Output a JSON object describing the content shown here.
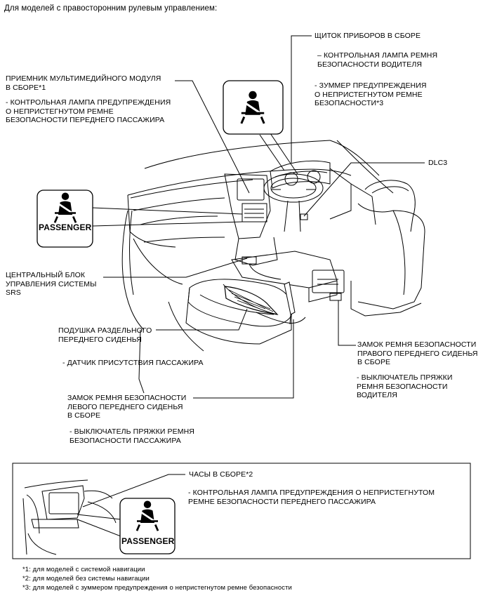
{
  "title": "Для моделей с правосторонним рулевым управлением:",
  "labels": {
    "combo_meter": "ЩИТОК ПРИБОРОВ В СБОРЕ",
    "driver_lamp": "– КОНТРОЛЬНАЯ ЛАМПА РЕМНЯ\nБЕЗОПАСНОСТИ ВОДИТЕЛЯ",
    "buzzer": "- ЗУММЕР ПРЕДУПРЕЖДЕНИЯ\nО НЕПРИСТЕГНУТОМ РЕМНЕ\nБЕЗОПАСНОСТИ*3",
    "multimedia": "ПРИЕМНИК МУЛЬТИМЕДИЙНОГО МОДУЛЯ\nВ СБОРЕ*1",
    "pass_lamp": "- КОНТРОЛЬНАЯ ЛАМПА ПРЕДУПРЕЖДЕНИЯ\nО НЕПРИСТЕГНУТОМ РЕМНЕ\nБЕЗОПАСНОСТИ ПЕРЕДНЕГО ПАССАЖИРА",
    "dlc3": "DLC3",
    "srs": "ЦЕНТРАЛЬНЫЙ БЛОК\nУПРАВЛЕНИЯ СИСТЕМЫ\nSRS",
    "seat_cushion": "ПОДУШКА РАЗДЕЛЬНОГО\nПЕРЕДНЕГО СИДЕНЬЯ",
    "occupant_sensor": "- ДАТЧИК ПРИСУТСТВИЯ ПАССАЖИРА",
    "right_buckle": "ЗАМОК РЕМНЯ БЕЗОПАСНОСТИ\nПРАВОГО ПЕРЕДНЕГО СИДЕНЬЯ\nВ СБОРЕ",
    "driver_buckle_sw": "- ВЫКЛЮЧАТЕЛЬ ПРЯЖКИ\nРЕМНЯ БЕЗОПАСНОСТИ\nВОДИТЕЛЯ",
    "left_buckle": "ЗАМОК РЕМНЯ БЕЗОПАСНОСТИ\nЛЕВОГО ПЕРЕДНЕГО СИДЕНЬЯ\nВ СБОРЕ",
    "pass_buckle_sw": "- ВЫКЛЮЧАТЕЛЬ ПРЯЖКИ РЕМНЯ\nБЕЗОПАСНОСТИ ПАССАЖИРА",
    "clock": "ЧАСЫ В СБОРЕ*2",
    "clock_lamp": "- КОНТРОЛЬНАЯ ЛАМПА ПРЕДУПРЕЖДЕНИЯ О НЕПРИСТЕГНУТОМ\nРЕМНЕ БЕЗОПАСНОСТИ ПЕРЕДНЕГО ПАССАЖИРА"
  },
  "passenger_text": "PASSENGER",
  "footnotes": [
    "*1: для моделей с системой навигации",
    "*2: для моделей без системы навигации",
    "*3: для моделей с зуммером предупреждения о непристегнутом ремне безопасности"
  ],
  "icons": [
    "seatbelt-warning-icon",
    "passenger-seatbelt-icon"
  ]
}
